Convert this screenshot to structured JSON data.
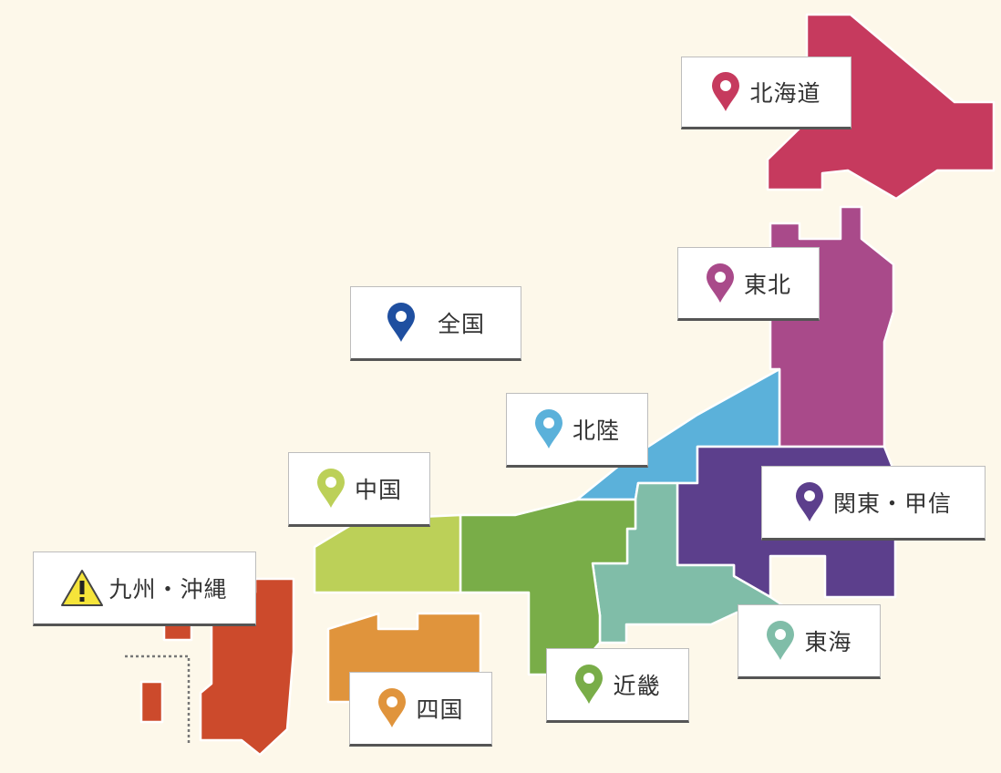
{
  "regions": [
    {
      "id": "hokkaido",
      "label": "北海道",
      "color": "#c63a5e",
      "icon": "map-pin-icon"
    },
    {
      "id": "tohoku",
      "label": "東北",
      "color": "#a94a8a",
      "icon": "map-pin-icon"
    },
    {
      "id": "zenkoku",
      "label": "全国",
      "color": "#1f4fa0",
      "icon": "map-pin-icon"
    },
    {
      "id": "hokuriku",
      "label": "北陸",
      "color": "#5bb1da",
      "icon": "map-pin-icon"
    },
    {
      "id": "kanto",
      "label": "関東・甲信",
      "color": "#5c3f8c",
      "icon": "map-pin-icon"
    },
    {
      "id": "chugoku",
      "label": "中国",
      "color": "#bcd058",
      "icon": "map-pin-icon"
    },
    {
      "id": "kyushu",
      "label": "九州・沖縄",
      "color": "#cc4a2c",
      "icon": "warning-icon",
      "icon_color": "#f5e43a"
    },
    {
      "id": "tokai",
      "label": "東海",
      "color": "#80bda8",
      "icon": "map-pin-icon"
    },
    {
      "id": "kinki",
      "label": "近畿",
      "color": "#79ad48",
      "icon": "map-pin-icon"
    },
    {
      "id": "shikoku",
      "label": "四国",
      "color": "#e0943c",
      "icon": "map-pin-icon"
    }
  ]
}
